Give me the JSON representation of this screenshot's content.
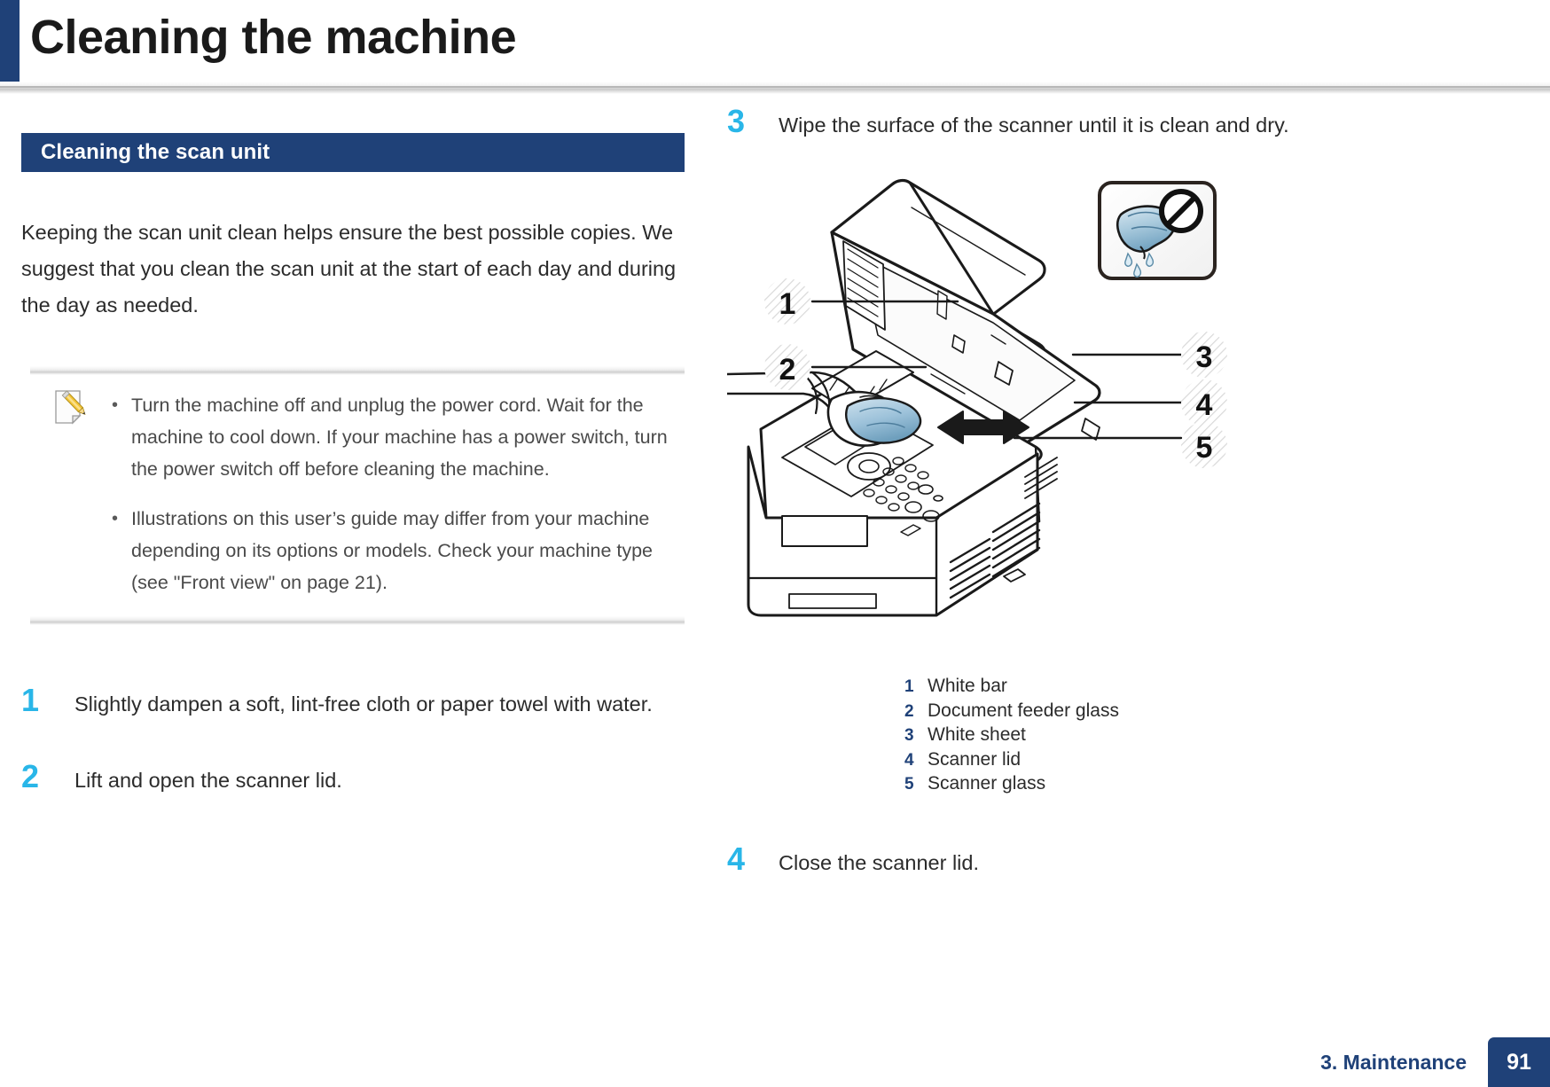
{
  "page": {
    "title": "Cleaning the machine"
  },
  "section": {
    "heading": "Cleaning the scan unit",
    "intro": "Keeping the scan unit clean helps ensure the best possible copies. We suggest that you clean the scan unit at the start of each day and during the day as needed."
  },
  "note": {
    "icon": "note-pencil-icon",
    "bullet_marker": "•",
    "items": [
      "Turn the machine off and unplug the power cord. Wait for the machine to cool down. If your machine has a power switch, turn the power switch off before cleaning the machine.",
      "Illustrations on this user’s guide may differ from your machine depending on its options or models. Check your machine type (see \"Front view\" on page 21)."
    ]
  },
  "steps": [
    {
      "number": "1",
      "text": "Slightly dampen a soft, lint-free cloth or paper towel with water."
    },
    {
      "number": "2",
      "text": "Lift and open the scanner lid."
    },
    {
      "number": "3",
      "text": "Wipe the surface of the scanner until it is clean and dry."
    },
    {
      "number": "4",
      "text": "Close the scanner lid."
    }
  ],
  "illustration": {
    "description": "Line drawing of a multifunction printer with the scanner lid lifted and a hand wiping the scanner glass with a cloth",
    "callouts": [
      "1",
      "2",
      "3",
      "4",
      "5"
    ],
    "inset": {
      "name": "no-wet-cloth-warning",
      "symbols": [
        "dripping-cloth-icon",
        "prohibition-icon"
      ]
    },
    "arrow": "wipe-direction-arrow"
  },
  "legend": [
    {
      "number": "1",
      "label": "White bar"
    },
    {
      "number": "2",
      "label": "Document feeder glass"
    },
    {
      "number": "3",
      "label": "White sheet"
    },
    {
      "number": "4",
      "label": "Scanner lid"
    },
    {
      "number": "5",
      "label": "Scanner glass"
    }
  ],
  "footer": {
    "chapter": "3. Maintenance",
    "page_number": "91"
  },
  "colors": {
    "brand_navy": "#1f4178",
    "step_cyan": "#29b6e8",
    "body_text": "#2b2b2b",
    "note_text": "#4a4a4a",
    "cloth_blue": "#8fb8d4"
  }
}
